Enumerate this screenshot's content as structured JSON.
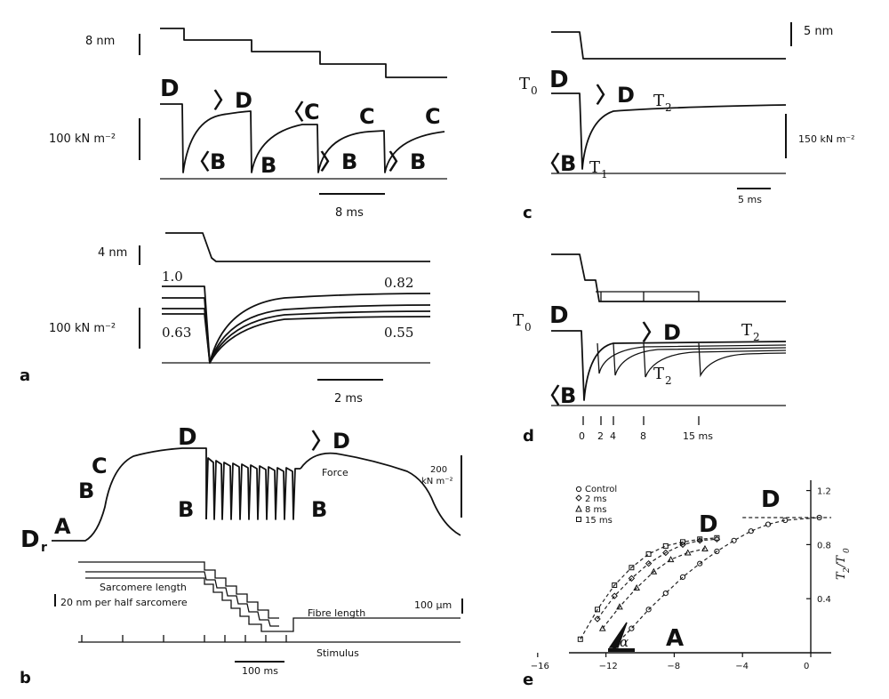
{
  "panels": {
    "a": {
      "label": "a",
      "top_scale_len": "8 nm",
      "top_scale_force": "100 kN m⁻²",
      "top_time": "8 ms",
      "top_markers": [
        "D",
        "〉D",
        "〈B",
        "〈C",
        "B",
        "C",
        "〉B",
        "C",
        "〉B"
      ],
      "bottom_scale_len": "4 nm",
      "bottom_scale_force": "100 kN m⁻²",
      "bottom_time": "2 ms",
      "bottom_values": [
        "1.0",
        "0.82",
        "0.63",
        "0.55"
      ]
    },
    "b": {
      "label": "b",
      "markers": [
        "D",
        "C",
        "B",
        "A",
        "D",
        "B",
        "〉D",
        "B"
      ],
      "dr": "D",
      "dr_sub": "r",
      "force": "Force",
      "force_scale_num": "200",
      "force_scale_unit": "kN m⁻²",
      "sarcomere": "Sarcomere length",
      "sarcomere_scale": "20 nm per half sarcomere",
      "fibre": "Fibre length",
      "fibre_scale": "100 μm",
      "stimulus": "Stimulus",
      "time": "100 ms"
    },
    "c": {
      "label": "c",
      "len_scale": "5 nm",
      "force_scale": "150 kN m⁻²",
      "time": "5 ms",
      "t0": "T",
      "t0_sub": "0",
      "t1": "T",
      "t1_sub": "1",
      "t2": "T",
      "t2_sub": "2",
      "markers": [
        "D",
        "〉D",
        "〈B"
      ]
    },
    "d": {
      "label": "d",
      "t0": "T",
      "t0_sub": "0",
      "t2a": "T",
      "t2a_sub": "2",
      "t2b": "T",
      "t2b_sub": "2",
      "markers": [
        "D",
        "〉D",
        "〈B"
      ],
      "ticks": [
        "0",
        "2",
        "4",
        "8",
        "15 ms"
      ]
    },
    "e": {
      "label": "e",
      "legend": [
        "Control",
        "2 ms",
        "8 ms",
        "15 ms"
      ],
      "markers": [
        "D",
        "D",
        "A"
      ],
      "alpha": "α",
      "ylabel": "T",
      "ylabel_sub": "2",
      "ylabel_rest": "/T",
      "ylabel_sub2": "0"
    }
  },
  "chart_data": {
    "type": "scatter",
    "x_ticks": [
      "−16",
      "−12",
      "−8",
      "−4",
      "0"
    ],
    "y_ticks": [
      "0.4",
      "0.8",
      "1.2"
    ],
    "xlim": [
      -16,
      1
    ],
    "ylim": [
      0,
      1.2
    ],
    "series": [
      {
        "name": "Control",
        "x": [
          -11.5,
          -10.5,
          -9.5,
          -8.5,
          -7.5,
          -6.5,
          -5.5,
          -4.5,
          -3.5,
          -2.5,
          -1.5,
          0.5
        ],
        "y": [
          0.05,
          0.18,
          0.32,
          0.44,
          0.56,
          0.66,
          0.75,
          0.83,
          0.9,
          0.95,
          0.98,
          1.0
        ]
      },
      {
        "name": "2 ms",
        "x": [
          -12.5,
          -11.5,
          -10.5,
          -9.5,
          -8.5,
          -7.5,
          -6.5,
          -5.5
        ],
        "y": [
          0.25,
          0.42,
          0.55,
          0.66,
          0.74,
          0.8,
          0.83,
          0.84
        ]
      },
      {
        "name": "8 ms",
        "x": [
          -12.2,
          -11.2,
          -10.2,
          -9.2,
          -8.2,
          -7.2,
          -6.2
        ],
        "y": [
          0.18,
          0.34,
          0.48,
          0.6,
          0.69,
          0.74,
          0.77
        ]
      },
      {
        "name": "15 ms",
        "x": [
          -13.5,
          -12.5,
          -11.5,
          -10.5,
          -9.5,
          -8.5,
          -7.5,
          -6.5,
          -5.5
        ],
        "y": [
          0.1,
          0.32,
          0.5,
          0.63,
          0.73,
          0.79,
          0.82,
          0.84,
          0.85
        ]
      }
    ]
  }
}
